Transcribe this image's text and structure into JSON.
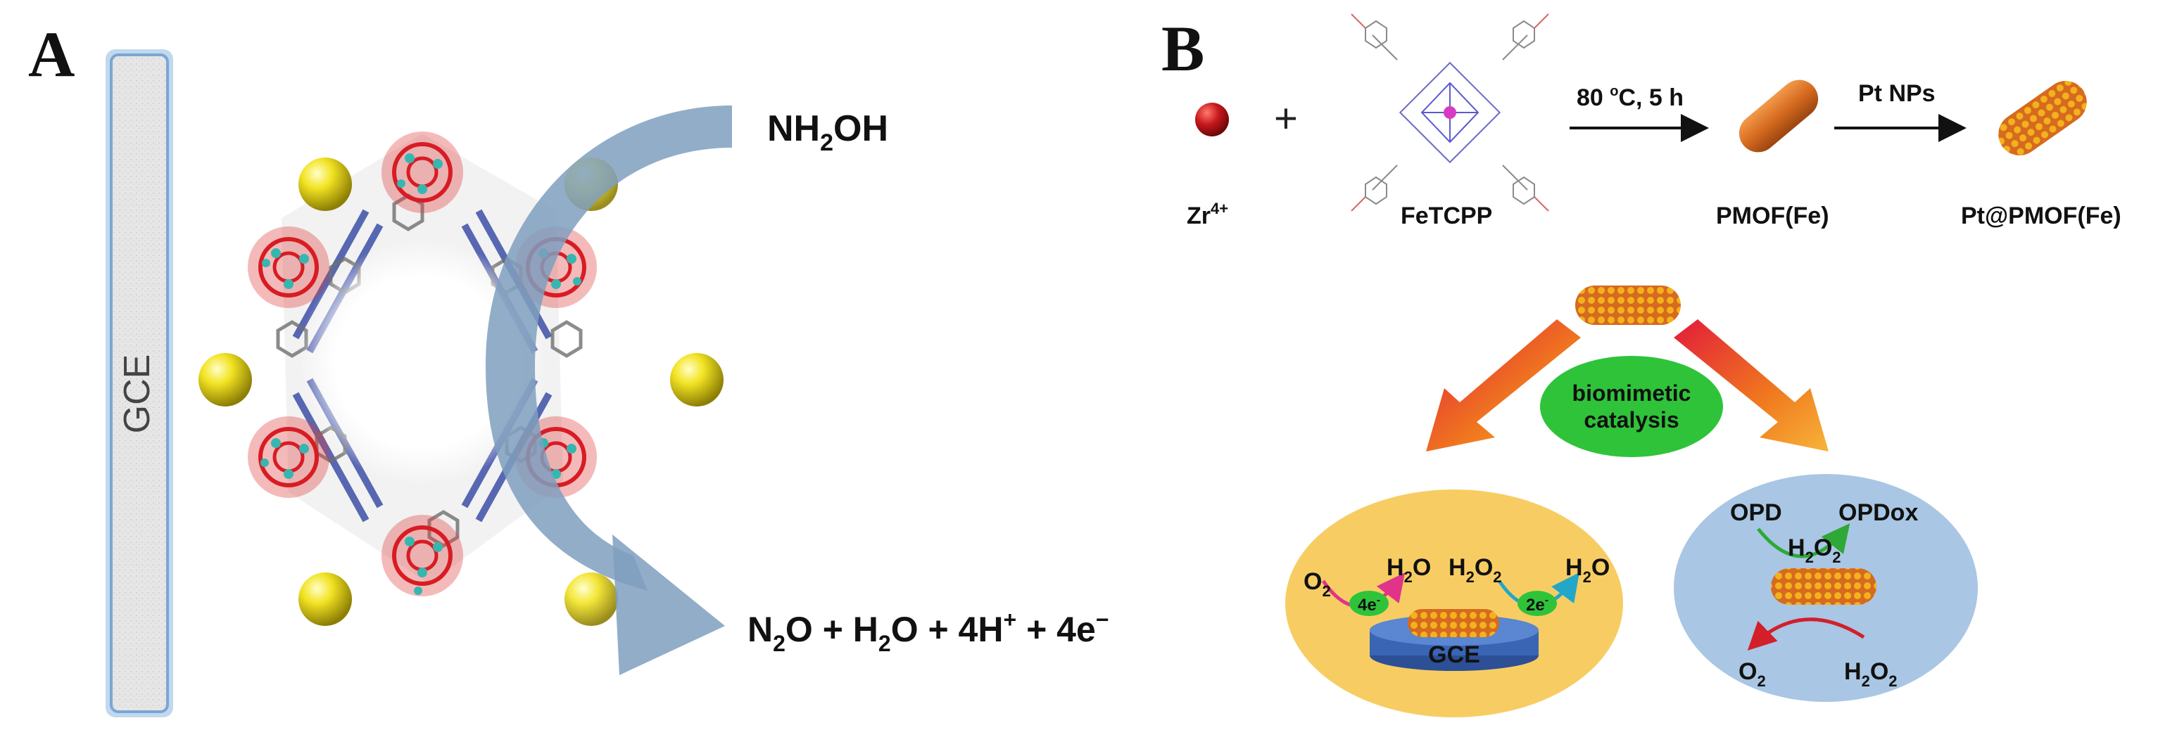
{
  "panelA": {
    "letter": "A",
    "electrode_label": "GCE",
    "reactant": {
      "main": "NH",
      "sub": "2",
      "tail": "OH"
    },
    "products": {
      "p1": "N",
      "p1_sub": "2",
      "p1_tail": "O + H",
      "p2_sub": "2",
      "p2_tail": "O + 4H",
      "p3_sup": "+",
      "p3_tail": " + 4e",
      "p4_sup": "−"
    }
  },
  "panelB": {
    "letter": "B",
    "plus": "+",
    "zr_label": "Zr",
    "zr_sup": "4+",
    "fetcpp_label": "FeTCPP",
    "step1": {
      "temp": "80 ",
      "deg": "o",
      "rest": "C, 5 h"
    },
    "step2_label": "Pt NPs",
    "pmof_label": "PMOF(Fe)",
    "pt_pmof_label": "Pt@PMOF(Fe)",
    "center_label_1": "biomimetic",
    "center_label_2": "catalysis",
    "left_ellipse": {
      "o2": "O",
      "o2_sub": "2",
      "e4": "4e",
      "e4_sup": "-",
      "h2o": "H",
      "h2o_sub": "2",
      "h2o_tail": "O",
      "h2o2": "H",
      "h2o2_sub1": "2",
      "h2o2_mid": "O",
      "h2o2_sub2": "2",
      "e2": "2e",
      "e2_sup": "-",
      "h2o_b": "H",
      "h2o_b_sub": "2",
      "h2o_b_tail": "O",
      "gce": "GCE"
    },
    "right_ellipse": {
      "opd": "OPD",
      "opdox": "OPDox",
      "h2o2_top": "H",
      "h2o2_top_sub1": "2",
      "h2o2_top_mid": "O",
      "h2o2_top_sub2": "2",
      "o2": "O",
      "o2_sub": "2",
      "h2o2_bot": "H",
      "h2o2_bot_sub1": "2",
      "h2o2_bot_mid": "O",
      "h2o2_bot_sub2": "2"
    }
  },
  "colors": {
    "electrode_border": "#8fb8e0",
    "electrode_fill": "#e6e6e6",
    "arrow_blue": "#7f9fbe",
    "yellow_ball": "#f2e323",
    "zr_red": "#c8181c",
    "pmof_orange": "#d66a1f",
    "pt_dots": "#f3b21c",
    "green_oval": "#2fc33a",
    "left_ellipse": "#f7cd63",
    "right_ellipse": "#a9c6e4",
    "electrode_disk": "#3a65b5"
  }
}
